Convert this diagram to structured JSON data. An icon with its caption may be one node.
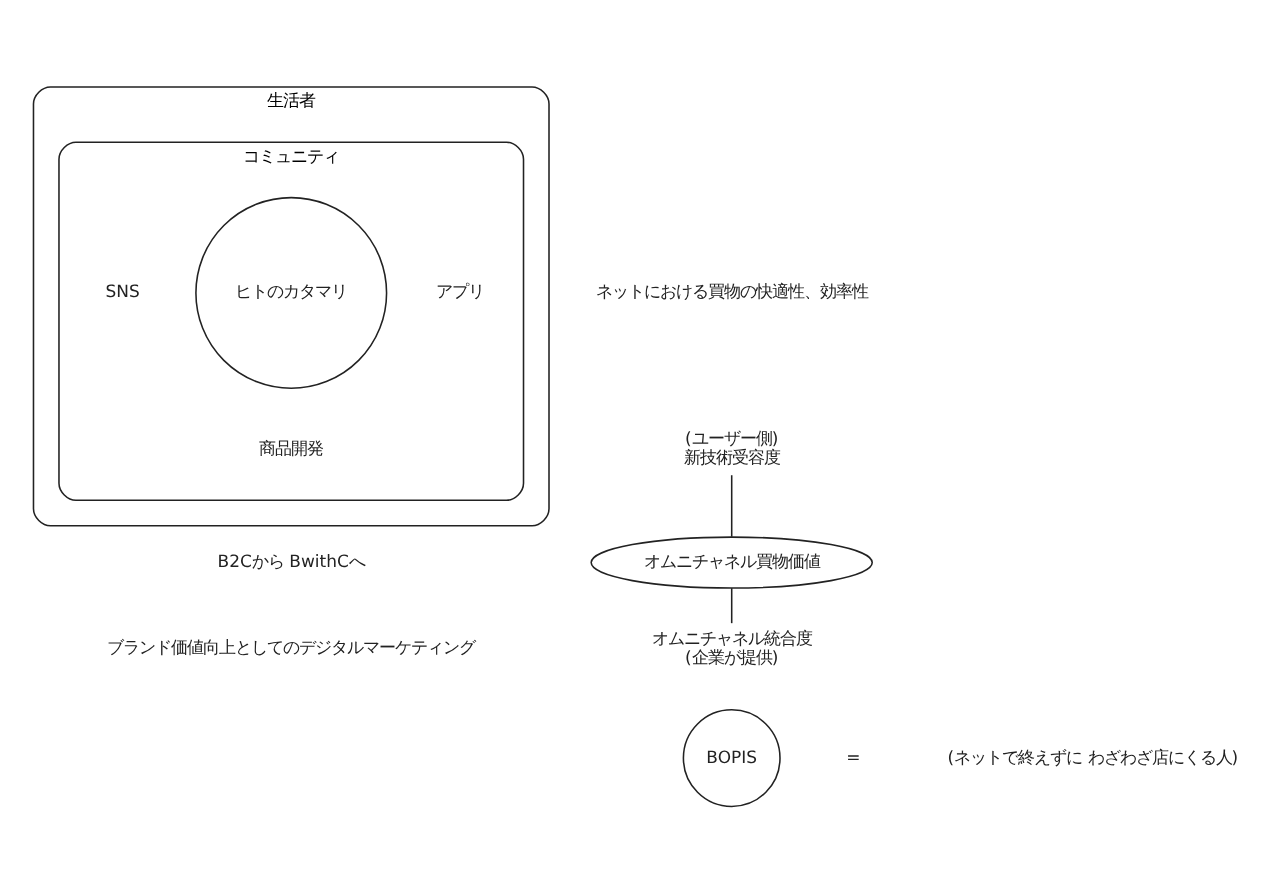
{
  "diagram": {
    "nodes": [
      {
        "text": [
          "生活者"
        ]
      },
      {
        "text": [
          "コミュニティ"
        ],
        "in": 0
      },
      {
        "text": [
          "ヒトのカタマリ"
        ],
        "in": 1
      },
      {
        "text": [
          "(ユーザー側)",
          "新技術受容度"
        ]
      },
      {
        "text": [
          "オムニチャネル買物価値"
        ]
      },
      {
        "text": [
          "オムニチャネル統合度",
          "(企業が提供)"
        ]
      },
      {
        "text": [
          "BOPIS"
        ]
      }
    ],
    "edges": [
      {
        "from": 3,
        "to": 4,
        "arrow": "none"
      },
      {
        "from": 4,
        "to": 5,
        "arrow": "none"
      }
    ],
    "labels": [
      "ネットにおける買物の快適性、効率性",
      "SNS",
      "アプリ",
      "商品開発",
      "=",
      "(ネットで終えずに わざわざ店にくる人)",
      "B2Cから BwithCへ",
      "ブランド価値向上としてのデジタルマーケティング"
    ]
  }
}
